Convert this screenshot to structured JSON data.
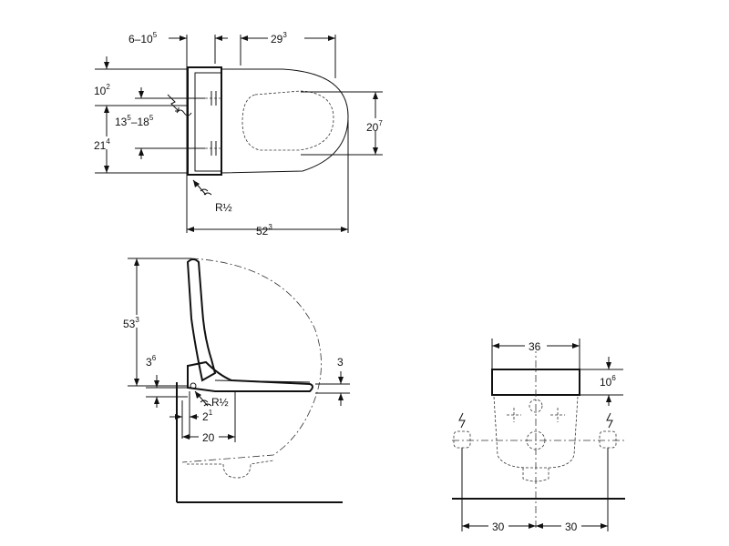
{
  "top_view": {
    "dim_offset": {
      "base": "6–10",
      "sup": "5"
    },
    "dim_seat_width": {
      "base": "29",
      "sup": "3"
    },
    "dim_top_to_water": {
      "base": "10",
      "sup": "2"
    },
    "dim_connection_range": {
      "base": "13",
      "sup1": "5",
      "mid": "–18",
      "sup2": "5"
    },
    "dim_lower": {
      "base": "21",
      "sup": "4"
    },
    "dim_bowl_height": {
      "base": "20",
      "sup": "7"
    },
    "dim_total_length": {
      "base": "52",
      "sup": "3"
    },
    "water_inlet": "R½"
  },
  "side_view": {
    "dim_height": {
      "base": "53",
      "sup": "3"
    },
    "dim_small_left": {
      "base": "3",
      "sup": "6"
    },
    "dim_small_right": "3",
    "water_inlet": "R½",
    "dim_inlet_offset": {
      "base": "2",
      "sup": "1"
    },
    "dim_depth": "20"
  },
  "front_view": {
    "dim_width": "36",
    "dim_height": {
      "base": "10",
      "sup": "6"
    },
    "dim_left": "30",
    "dim_right": "30"
  }
}
